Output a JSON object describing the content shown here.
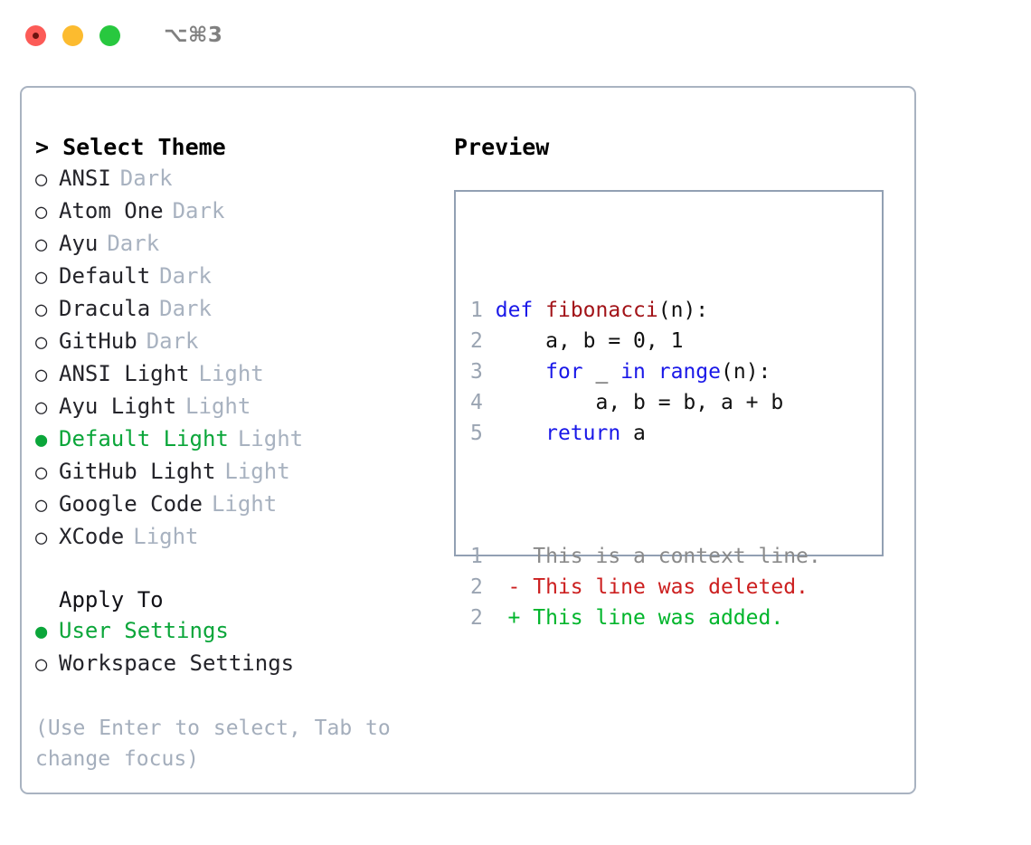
{
  "titlebar": {
    "lights": [
      "close-red",
      "minimize-yellow",
      "maximize-green"
    ],
    "shortcut": "⌥⌘3"
  },
  "left": {
    "heading": "> Select Theme",
    "marker_unselected": "○",
    "marker_selected": "●",
    "themes": [
      {
        "name": "ANSI",
        "variant": "Dark",
        "selected": false
      },
      {
        "name": "Atom One",
        "variant": "Dark",
        "selected": false
      },
      {
        "name": "Ayu",
        "variant": "Dark",
        "selected": false
      },
      {
        "name": "Default",
        "variant": "Dark",
        "selected": false
      },
      {
        "name": "Dracula",
        "variant": "Dark",
        "selected": false
      },
      {
        "name": "GitHub",
        "variant": "Dark",
        "selected": false
      },
      {
        "name": "ANSI Light",
        "variant": "Light",
        "selected": false
      },
      {
        "name": "Ayu Light",
        "variant": "Light",
        "selected": false
      },
      {
        "name": "Default Light",
        "variant": "Light",
        "selected": true
      },
      {
        "name": "GitHub Light",
        "variant": "Light",
        "selected": false
      },
      {
        "name": "Google Code",
        "variant": "Light",
        "selected": false
      },
      {
        "name": "XCode",
        "variant": "Light",
        "selected": false
      }
    ],
    "apply_to_heading": "Apply To",
    "apply_to": [
      {
        "name": "User Settings",
        "selected": true
      },
      {
        "name": "Workspace Settings",
        "selected": false
      }
    ],
    "hint": "(Use Enter to select, Tab to change focus)"
  },
  "right": {
    "heading": "Preview",
    "code_lines": [
      {
        "num": "1",
        "tokens": [
          {
            "t": "def",
            "c": "kw"
          },
          {
            "t": " ",
            "c": "plain"
          },
          {
            "t": "fibonacci",
            "c": "fn"
          },
          {
            "t": "(n):",
            "c": "plain"
          }
        ]
      },
      {
        "num": "2",
        "tokens": [
          {
            "t": "    a, b = 0, 1",
            "c": "plain"
          }
        ]
      },
      {
        "num": "3",
        "tokens": [
          {
            "t": "    ",
            "c": "plain"
          },
          {
            "t": "for",
            "c": "kw"
          },
          {
            "t": " _ ",
            "c": "plain"
          },
          {
            "t": "in",
            "c": "kw"
          },
          {
            "t": " ",
            "c": "plain"
          },
          {
            "t": "range",
            "c": "kw"
          },
          {
            "t": "(n):",
            "c": "plain"
          }
        ]
      },
      {
        "num": "4",
        "tokens": [
          {
            "t": "        a, b = b, a + b",
            "c": "plain"
          }
        ]
      },
      {
        "num": "5",
        "tokens": [
          {
            "t": "    ",
            "c": "plain"
          },
          {
            "t": "return",
            "c": "kw"
          },
          {
            "t": " a",
            "c": "plain"
          }
        ]
      }
    ],
    "diff_lines": [
      {
        "num": "1",
        "prefix": " ",
        "text": "This is a context line.",
        "kind": "ctx"
      },
      {
        "num": "2",
        "prefix": "-",
        "text": "This line was deleted.",
        "kind": "del"
      },
      {
        "num": "2",
        "prefix": "+",
        "text": "This line was added.",
        "kind": "add"
      }
    ]
  },
  "colors": {
    "accent_green": "#0ba63a",
    "muted": "#a8b2c0",
    "keyword_blue": "#1a18e8",
    "function_red": "#a21318",
    "diff_add": "#00b52b",
    "diff_del": "#cc1f1f",
    "panel_border": "#a9b3c1"
  }
}
